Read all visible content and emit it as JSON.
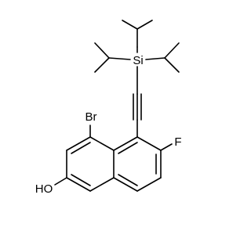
{
  "diagram": {
    "type": "chemical-structure",
    "atom_labels": {
      "silicon": "Si",
      "bromine": "Br",
      "fluorine": "F",
      "hydroxyl": "HO"
    },
    "colors": {
      "background": "#ffffff",
      "ink": "#000000"
    }
  }
}
